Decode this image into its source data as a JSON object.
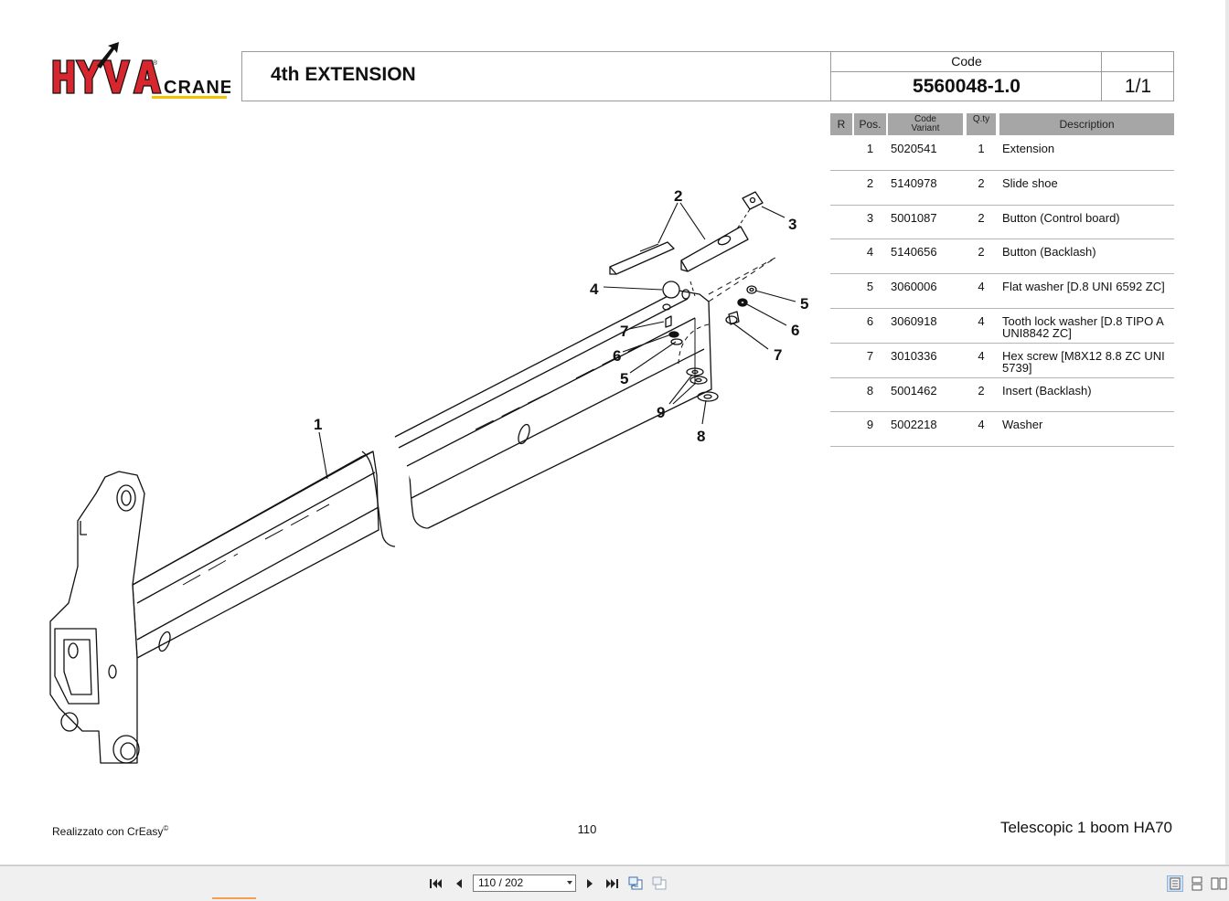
{
  "header": {
    "logo": {
      "brand_letters": "HYVA",
      "brand_suffix": "CRANE",
      "registered": "®"
    },
    "title": "4th EXTENSION",
    "code_label": "Code",
    "code_value": "5560048-1.0",
    "sheet": "1/1"
  },
  "parts_table": {
    "columns": [
      "R",
      "Pos.",
      "Code Variant",
      "Q.ty",
      "Description"
    ],
    "rows": [
      {
        "r": "",
        "pos": "1",
        "code": "5020541",
        "qty": "1",
        "desc": "Extension"
      },
      {
        "r": "",
        "pos": "2",
        "code": "5140978",
        "qty": "2",
        "desc": "Slide shoe"
      },
      {
        "r": "",
        "pos": "3",
        "code": "5001087",
        "qty": "2",
        "desc": "Button (Control board)"
      },
      {
        "r": "",
        "pos": "4",
        "code": "5140656",
        "qty": "2",
        "desc": "Button (Backlash)"
      },
      {
        "r": "",
        "pos": "5",
        "code": "3060006",
        "qty": "4",
        "desc": "Flat washer  [D.8 UNI 6592 ZC]"
      },
      {
        "r": "",
        "pos": "6",
        "code": "3060918",
        "qty": "4",
        "desc": "Tooth lock washer  [D.8 TIPO A UNI8842 ZC]"
      },
      {
        "r": "",
        "pos": "7",
        "code": "3010336",
        "qty": "4",
        "desc": "Hex screw  [M8X12 8.8 ZC UNI 5739]"
      },
      {
        "r": "",
        "pos": "8",
        "code": "5001462",
        "qty": "2",
        "desc": "Insert (Backlash)"
      },
      {
        "r": "",
        "pos": "9",
        "code": "5002218",
        "qty": "4",
        "desc": "Washer"
      }
    ]
  },
  "drawing": {
    "callouts": [
      "1",
      "2",
      "3",
      "4",
      "5",
      "6",
      "7",
      "7",
      "6",
      "5",
      "9",
      "8"
    ]
  },
  "footer": {
    "made_with": "Realizzato con CrEasy",
    "made_with_mark": "©",
    "page_number": "110",
    "doc_name": "Telescopic 1 boom HA70"
  },
  "viewer": {
    "page_indicator": "110 / 202",
    "icons": [
      "first-page-icon",
      "prev-page-icon",
      "next-page-icon",
      "last-page-icon",
      "go-back-view-icon",
      "go-forward-view-icon",
      "single-page-view-icon",
      "continuous-view-icon",
      "facing-view-icon"
    ]
  },
  "colors": {
    "header_fill": "#a6a6a6",
    "logo_red": "#d7262e",
    "logo_yellow": "#f3c300"
  }
}
